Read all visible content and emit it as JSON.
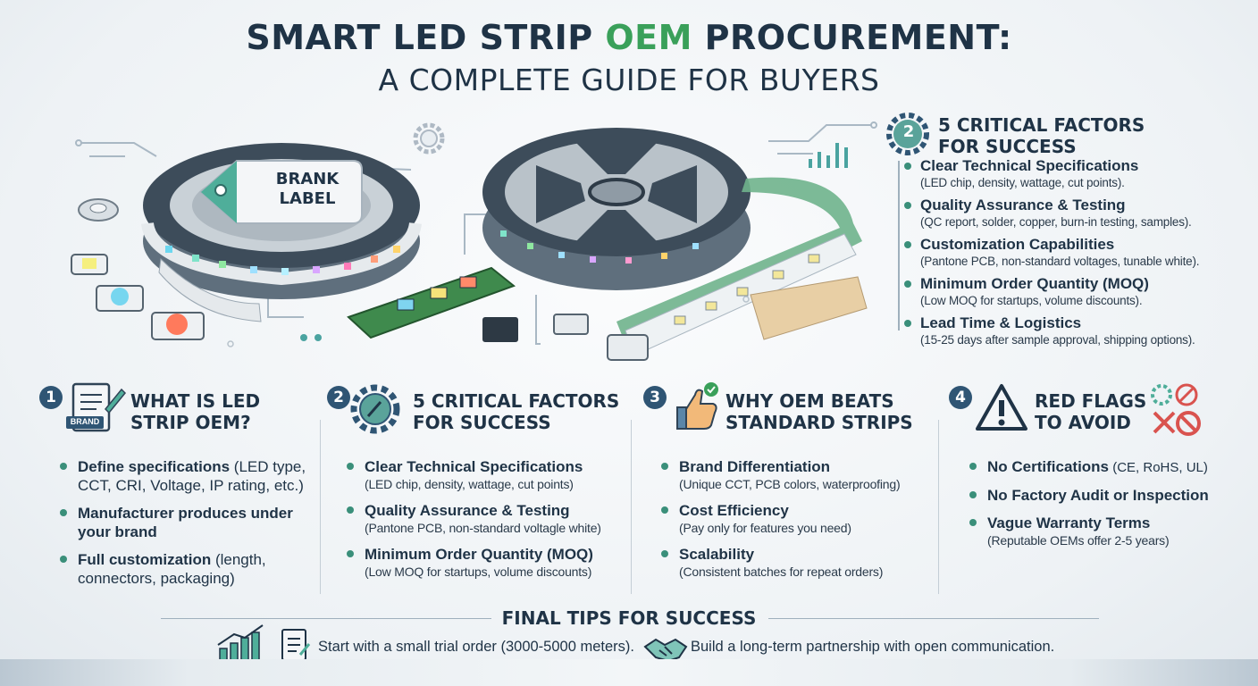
{
  "title": {
    "part1": "SMART LED STRIP ",
    "highlight": "OEM",
    "part2": " PROCUREMENT:",
    "line2": "A COMPLETE GUIDE FOR BUYERS"
  },
  "illustration": {
    "tag_line1": "BRANK",
    "tag_line2": "LABEL"
  },
  "right_panel": {
    "number": "2",
    "heading_line1": "5 CRITICAL FACTORS",
    "heading_line2": "FOR SUCCESS",
    "items": [
      {
        "title": "Clear Technical Specifications",
        "desc": "(LED chip, density, wattage, cut points)."
      },
      {
        "title": "Quality Assurance & Testing",
        "desc": "(QC report, solder, copper, burn-in testing, samples)."
      },
      {
        "title": "Customization Capabilities",
        "desc": "(Pantone PCB, non-standard voltages, tunable white)."
      },
      {
        "title": "Minimum Order Quantity (MOQ)",
        "desc": "(Low MOQ for startups, volume discounts)."
      },
      {
        "title": "Lead Time & Logistics",
        "desc": "(15-25 days after sample approval, shipping options)."
      }
    ]
  },
  "columns": [
    {
      "number": "1",
      "heading_line1": "WHAT IS LED",
      "heading_line2": "STRIP OEM?",
      "icon_label": "BRAND",
      "items": [
        {
          "bold": "Define specifications",
          "rest": " (LED type, CCT, CRI, Voltage, IP rating, etc.)"
        },
        {
          "bold": "Manufacturer produces under your brand",
          "rest": ""
        },
        {
          "bold": "Full customization",
          "rest": " (length, connectors, packaging)"
        }
      ]
    },
    {
      "number": "2",
      "heading_line1": "5 CRITICAL FACTORS",
      "heading_line2": "FOR SUCCESS",
      "items": [
        {
          "title": "Clear Technical Specifications",
          "desc": "(LED chip, density, wattage, cut points)"
        },
        {
          "title": "Quality Assurance & Testing",
          "desc": "(Pantone PCB, non-standard voltagle white)"
        },
        {
          "title": "Minimum Order Quantity (MOQ)",
          "desc": "(Low MOQ for startups, volume discounts)"
        }
      ]
    },
    {
      "number": "3",
      "heading_line1": "WHY OEM BEATS",
      "heading_line2": "STANDARD STRIPS",
      "items": [
        {
          "title": "Brand Differentiation",
          "desc": "(Unique CCT, PCB colors, waterproofing)"
        },
        {
          "title": "Cost Efficiency",
          "desc": "(Pay only for features you need)"
        },
        {
          "title": "Scalability",
          "desc": "(Consistent batches for repeat orders)"
        }
      ]
    },
    {
      "number": "4",
      "heading_line1": "RED FLAGS",
      "heading_line2": "TO AVOID",
      "items": [
        {
          "bold": "No Certifications",
          "rest": " (CE, RoHS, UL)",
          "desc": ""
        },
        {
          "bold": "No Factory Audit or Inspection",
          "rest": "",
          "desc": ""
        },
        {
          "bold": "Vague Warranty Terms",
          "rest": "",
          "desc": "(Reputable OEMs offer 2-5 years)"
        }
      ]
    }
  ],
  "footer": {
    "title": "FINAL TIPS FOR SUCCESS",
    "tip1": "Start with a small trial order (3000-5000 meters).",
    "tip2": "Build a long-term partnership with open communication."
  },
  "colors": {
    "navy": "#1f3346",
    "green": "#3aa05a",
    "teal": "#3a8f7a",
    "badge": "#2f5574",
    "red": "#d9534f"
  }
}
